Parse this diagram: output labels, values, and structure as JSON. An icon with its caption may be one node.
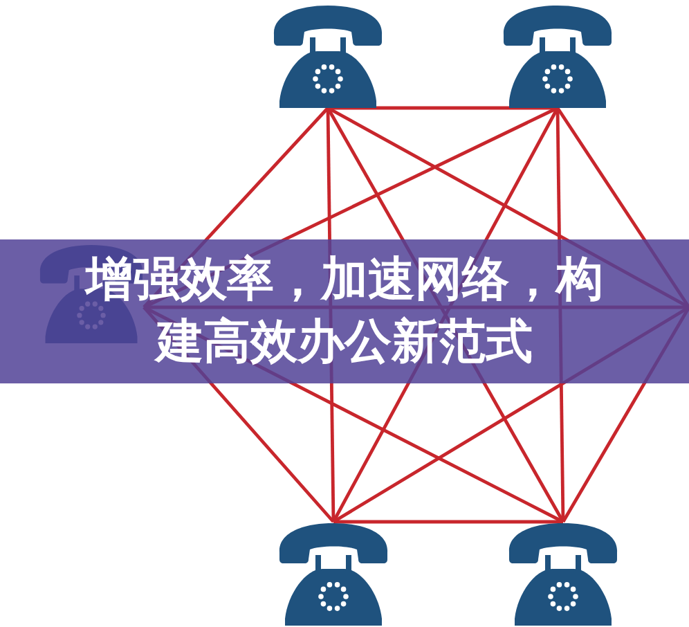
{
  "diagram": {
    "title": "增强效率，加速网络，构建高效办公新范式",
    "nodes": [
      {
        "text": [],
        "shape": "telephone"
      },
      {
        "text": [],
        "shape": "telephone"
      },
      {
        "text": [],
        "shape": "telephone"
      },
      {
        "text": [],
        "shape": "telephone"
      },
      {
        "text": [],
        "shape": "telephone"
      }
    ],
    "edges": [
      {
        "from": 0,
        "to": 1,
        "arrow": "none"
      },
      {
        "from": 0,
        "to": 2,
        "arrow": "none"
      },
      {
        "from": 0,
        "to": 3,
        "arrow": "none"
      },
      {
        "from": 0,
        "to": 4,
        "arrow": "none"
      },
      {
        "from": 0,
        "to": null,
        "arrow": "none"
      },
      {
        "from": 1,
        "to": 2,
        "arrow": "none"
      },
      {
        "from": 1,
        "to": 3,
        "arrow": "none"
      },
      {
        "from": 1,
        "to": 4,
        "arrow": "none"
      },
      {
        "from": 1,
        "to": null,
        "arrow": "none"
      },
      {
        "from": 2,
        "to": 3,
        "arrow": "none"
      },
      {
        "from": 2,
        "to": 4,
        "arrow": "none"
      },
      {
        "from": 2,
        "to": null,
        "arrow": "none"
      },
      {
        "from": 3,
        "to": 4,
        "arrow": "none"
      },
      {
        "from": 3,
        "to": null,
        "arrow": "none"
      },
      {
        "from": 4,
        "to": null,
        "arrow": "none"
      }
    ]
  }
}
